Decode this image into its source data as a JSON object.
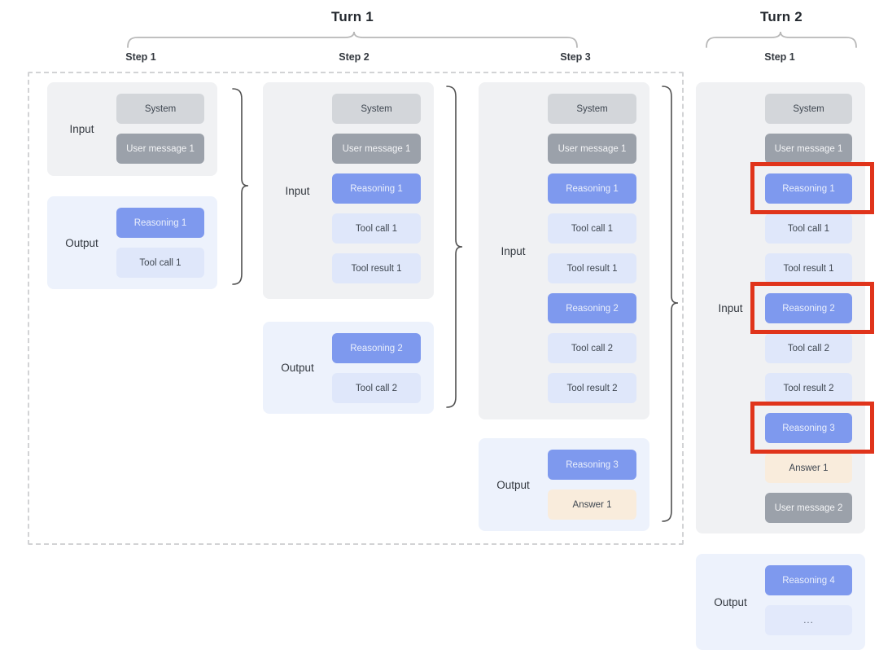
{
  "turns": [
    {
      "title": "Turn 1",
      "steps": [
        {
          "label": "Step 1",
          "input": {
            "label": "Input",
            "items": [
              {
                "label": "System",
                "type": "system"
              },
              {
                "label": "User message 1",
                "type": "user"
              }
            ]
          },
          "output": {
            "label": "Output",
            "items": [
              {
                "label": "Reasoning 1",
                "type": "reasoning"
              },
              {
                "label": "Tool call 1",
                "type": "tool"
              }
            ]
          }
        },
        {
          "label": "Step 2",
          "input": {
            "label": "Input",
            "items": [
              {
                "label": "System",
                "type": "system"
              },
              {
                "label": "User message 1",
                "type": "user"
              },
              {
                "label": "Reasoning 1",
                "type": "reasoning"
              },
              {
                "label": "Tool call 1",
                "type": "tool"
              },
              {
                "label": "Tool result 1",
                "type": "tool"
              }
            ]
          },
          "output": {
            "label": "Output",
            "items": [
              {
                "label": "Reasoning 2",
                "type": "reasoning"
              },
              {
                "label": "Tool call 2",
                "type": "tool"
              }
            ]
          }
        },
        {
          "label": "Step 3",
          "input": {
            "label": "Input",
            "items": [
              {
                "label": "System",
                "type": "system"
              },
              {
                "label": "User message 1",
                "type": "user"
              },
              {
                "label": "Reasoning 1",
                "type": "reasoning"
              },
              {
                "label": "Tool call 1",
                "type": "tool"
              },
              {
                "label": "Tool result 1",
                "type": "tool"
              },
              {
                "label": "Reasoning 2",
                "type": "reasoning"
              },
              {
                "label": "Tool call 2",
                "type": "tool"
              },
              {
                "label": "Tool result 2",
                "type": "tool"
              }
            ]
          },
          "output": {
            "label": "Output",
            "items": [
              {
                "label": "Reasoning 3",
                "type": "reasoning"
              },
              {
                "label": "Answer 1",
                "type": "answer"
              }
            ]
          }
        }
      ]
    },
    {
      "title": "Turn 2",
      "steps": [
        {
          "label": "Step 1",
          "input": {
            "label": "Input",
            "items": [
              {
                "label": "System",
                "type": "system"
              },
              {
                "label": "User message 1",
                "type": "user"
              },
              {
                "label": "Reasoning 1",
                "type": "reasoning",
                "highlighted": true
              },
              {
                "label": "Tool call 1",
                "type": "tool"
              },
              {
                "label": "Tool result 1",
                "type": "tool"
              },
              {
                "label": "Reasoning 2",
                "type": "reasoning",
                "highlighted": true
              },
              {
                "label": "Tool call 2",
                "type": "tool"
              },
              {
                "label": "Tool result 2",
                "type": "tool"
              },
              {
                "label": "Reasoning 3",
                "type": "reasoning",
                "highlighted": true
              },
              {
                "label": "Answer 1",
                "type": "answer"
              },
              {
                "label": "User message 2",
                "type": "user"
              }
            ]
          },
          "output": {
            "label": "Output",
            "items": [
              {
                "label": "Reasoning 4",
                "type": "reasoning"
              },
              {
                "label": "...",
                "type": "ellipsis"
              }
            ]
          }
        }
      ]
    }
  ],
  "colors": {
    "highlight_red": "#e0341b",
    "reasoning_blue": "#7e99ee",
    "tool_light_blue": "#dfe7fa",
    "system_gray": "#d3d6da",
    "user_gray": "#9ba1aa",
    "answer_cream": "#f9ecdc",
    "input_panel": "#f0f1f3",
    "output_panel": "#edf2fc"
  }
}
